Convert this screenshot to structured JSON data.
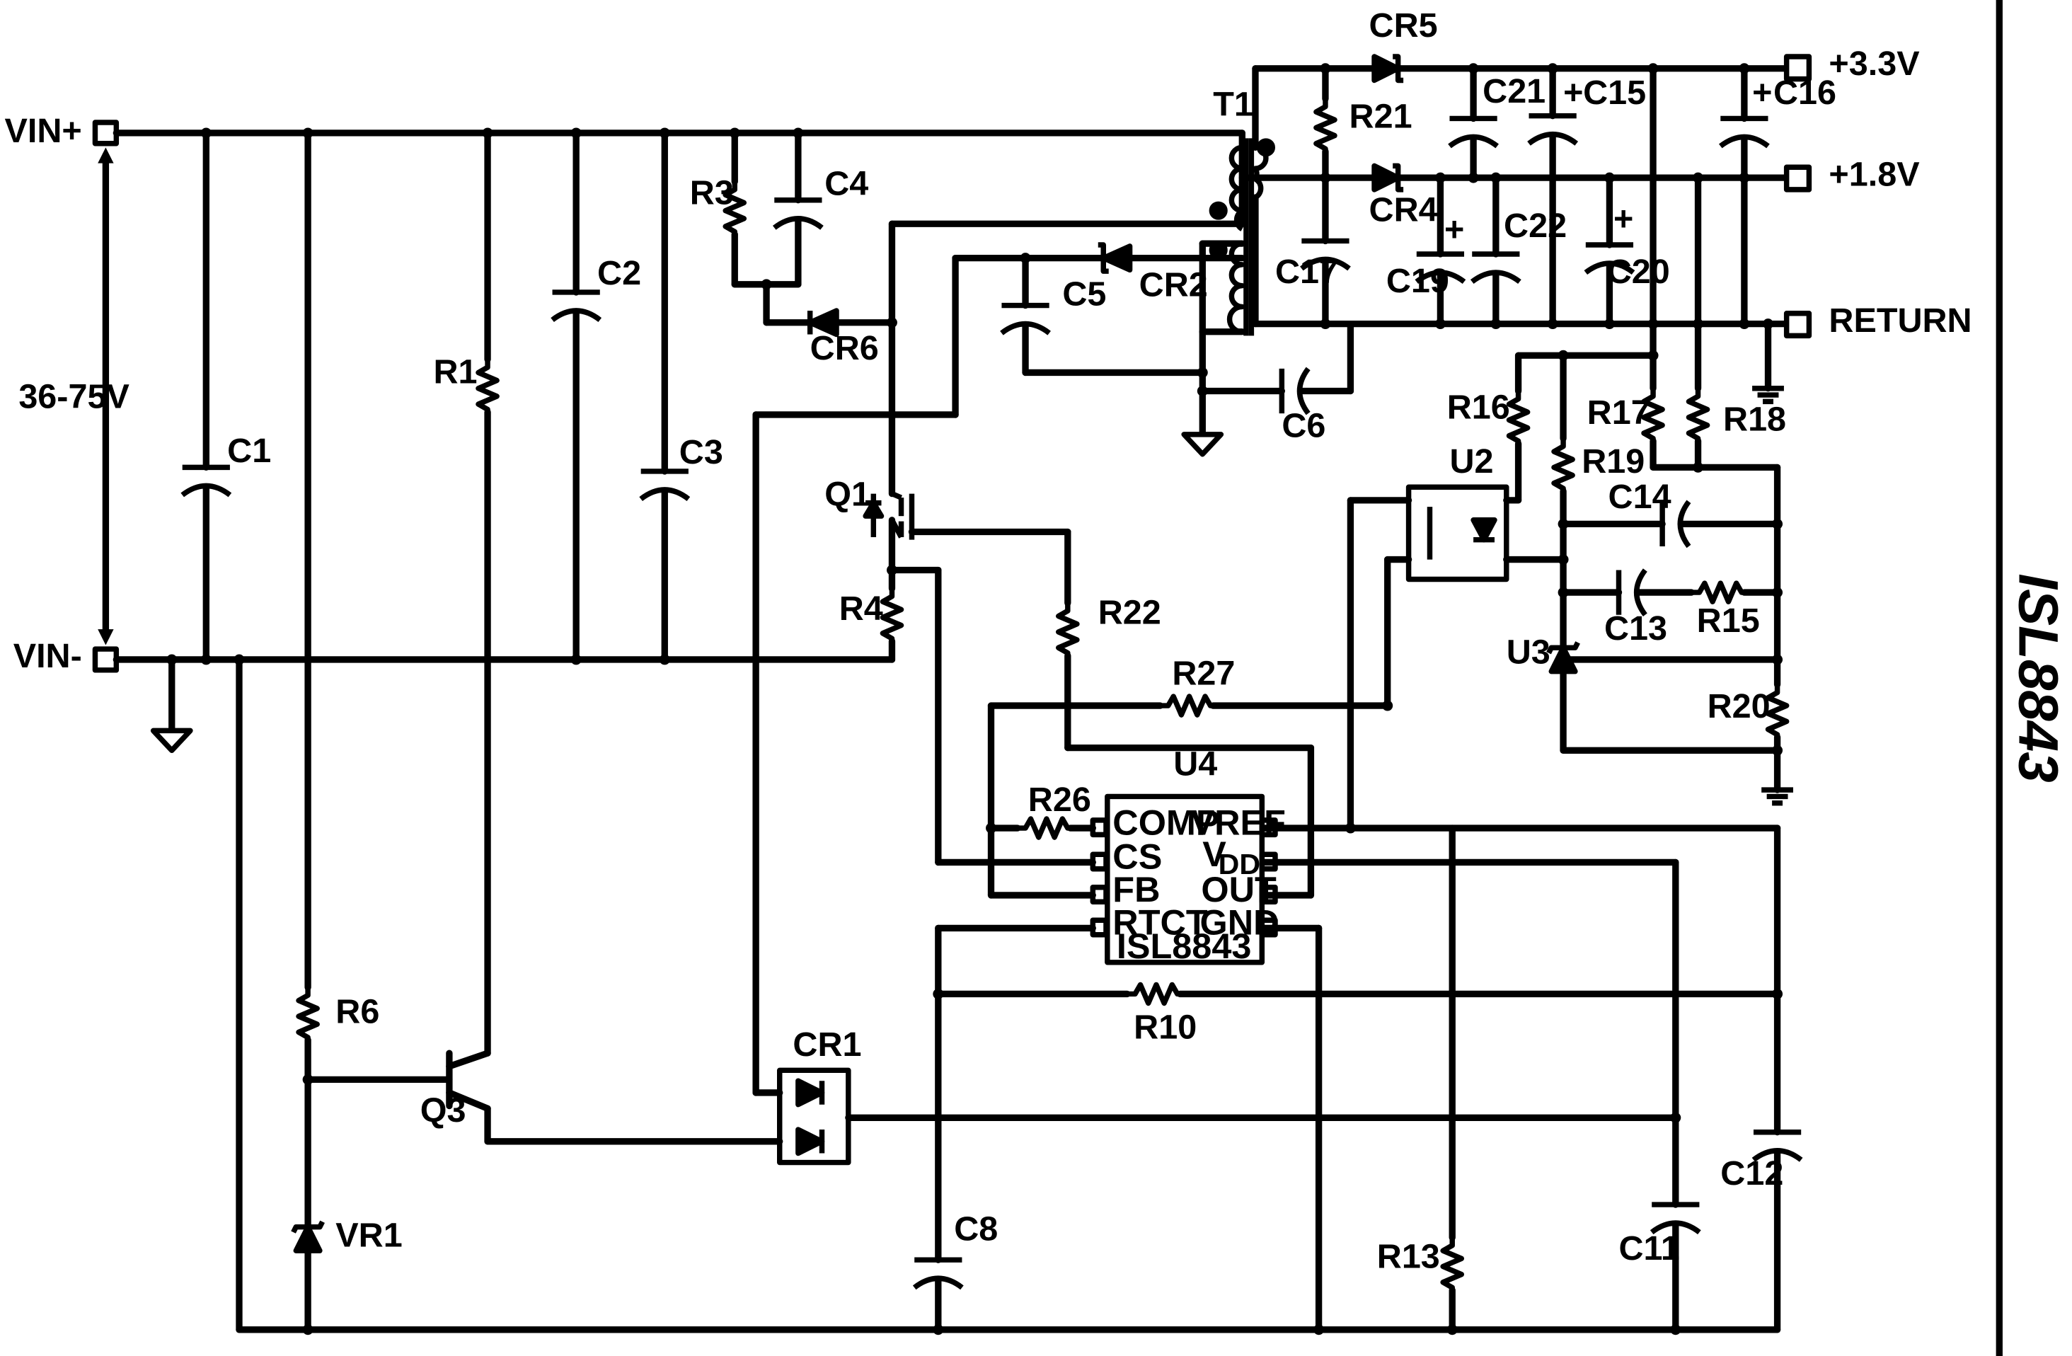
{
  "terminals": {
    "vin_plus": "VIN+",
    "vin_minus": "VIN-",
    "input_range": "36-75V",
    "out_3v3": "+3.3V",
    "out_1v8": "+1.8V",
    "return": "RETURN"
  },
  "side_title": "ISL8843",
  "ic": {
    "ref": "U4",
    "part": "ISL8843",
    "pins": {
      "comp": "COMP",
      "cs": "CS",
      "fb": "FB",
      "rtct": "RTCT",
      "vref": "VREF",
      "vdd_main": "V",
      "vdd_sub": "DD",
      "out": "OUT",
      "gnd": "GND"
    }
  },
  "labels": {
    "C1": "C1",
    "C2": "C2",
    "C3": "C3",
    "C4": "C4",
    "C5": "C5",
    "C6": "C6",
    "C8": "C8",
    "C11": "C11",
    "C12": "C12",
    "C13": "C13",
    "C14": "C14",
    "C15": "C15",
    "C16": "C16",
    "C17": "C17",
    "C19": "C19",
    "C20": "C20",
    "C21": "C21",
    "C22": "C22",
    "R1": "R1",
    "R3": "R3",
    "R4": "R4",
    "R6": "R6",
    "R10": "R10",
    "R13": "R13",
    "R15": "R15",
    "R16": "R16",
    "R17": "R17",
    "R18": "R18",
    "R19": "R19",
    "R20": "R20",
    "R21": "R21",
    "R22": "R22",
    "R26": "R26",
    "R27": "R27",
    "CR1": "CR1",
    "CR2": "CR2",
    "CR4": "CR4",
    "CR5": "CR5",
    "CR6": "CR6",
    "Q1": "Q1",
    "Q3": "Q3",
    "VR1": "VR1",
    "T1": "T1",
    "U2": "U2",
    "U3": "U3"
  },
  "polarity_mark": "+"
}
